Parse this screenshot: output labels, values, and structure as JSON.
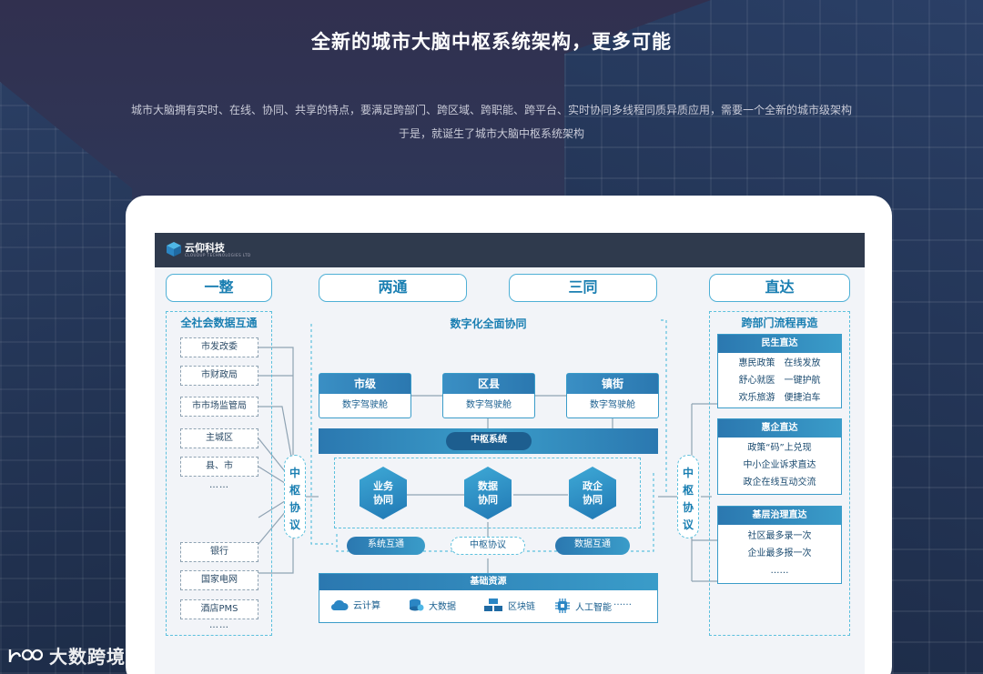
{
  "header": {
    "title": "全新的城市大脑中枢系统架构，更多可能",
    "description_line1": "城市大脑拥有实时、在线、协同、共享的特点，要满足跨部门、跨区域、跨职能、跨平台、实时协同多线程同质异质应用，需要一个全新的城市级架构",
    "description_line2": "于是，就诞生了城市大脑中枢系统架构"
  },
  "app": {
    "logo_name": "云仰科技",
    "logo_sub": "CLOUDUP TECHNOLOGIES LTD"
  },
  "diagram": {
    "headers": [
      "一整",
      "两通",
      "三同",
      "直达"
    ],
    "left": {
      "title": "全社会数据互通",
      "items_top": [
        "市发改委",
        "市财政局",
        "市市场监管局",
        "主城区",
        "县、市"
      ],
      "ellipsis_top": "……",
      "items_bottom": [
        "银行",
        "国家电网",
        "酒店PMS"
      ],
      "ellipsis_bottom": "……"
    },
    "protocol_left": "中\n枢\n协\n议",
    "protocol_right": "中\n枢\n协\n议",
    "center": {
      "title": "数字化全面协同",
      "levels": [
        {
          "name": "市级",
          "sub": "数字驾驶舱"
        },
        {
          "name": "区县",
          "sub": "数字驾驶舱"
        },
        {
          "name": "镇街",
          "sub": "数字驾驶舱"
        }
      ],
      "hub_title": "中枢系统",
      "hexes": [
        "业务\n协同",
        "数据\n协同",
        "政企\n协同"
      ],
      "hub_row": [
        "系统互通",
        "中枢协议",
        "数据互通"
      ],
      "base_title": "基础资源",
      "base_items": [
        "云计算",
        "大数据",
        "区块链",
        "人工智能"
      ],
      "base_ellipsis": "……"
    },
    "right": {
      "title": "跨部门流程再造",
      "cards": [
        {
          "title": "民生直达",
          "rows": [
            "惠民政策　在线发放",
            "舒心就医　一键护航",
            "欢乐旅游　便捷泊车"
          ]
        },
        {
          "title": "惠企直达",
          "rows": [
            "政策“码”上兑现",
            "中小企业诉求直达",
            "政企在线互动交流"
          ]
        },
        {
          "title": "基层治理直达",
          "rows": [
            "社区最多录一次",
            "企业最多报一次",
            "……"
          ]
        }
      ]
    }
  },
  "watermark": {
    "text": "大数跨境",
    "icon": "cloud-logo-icon"
  },
  "colors": {
    "accent": "#1a7fb2",
    "header_bg": "#2f3a4d",
    "page_bg": "#31304f"
  }
}
